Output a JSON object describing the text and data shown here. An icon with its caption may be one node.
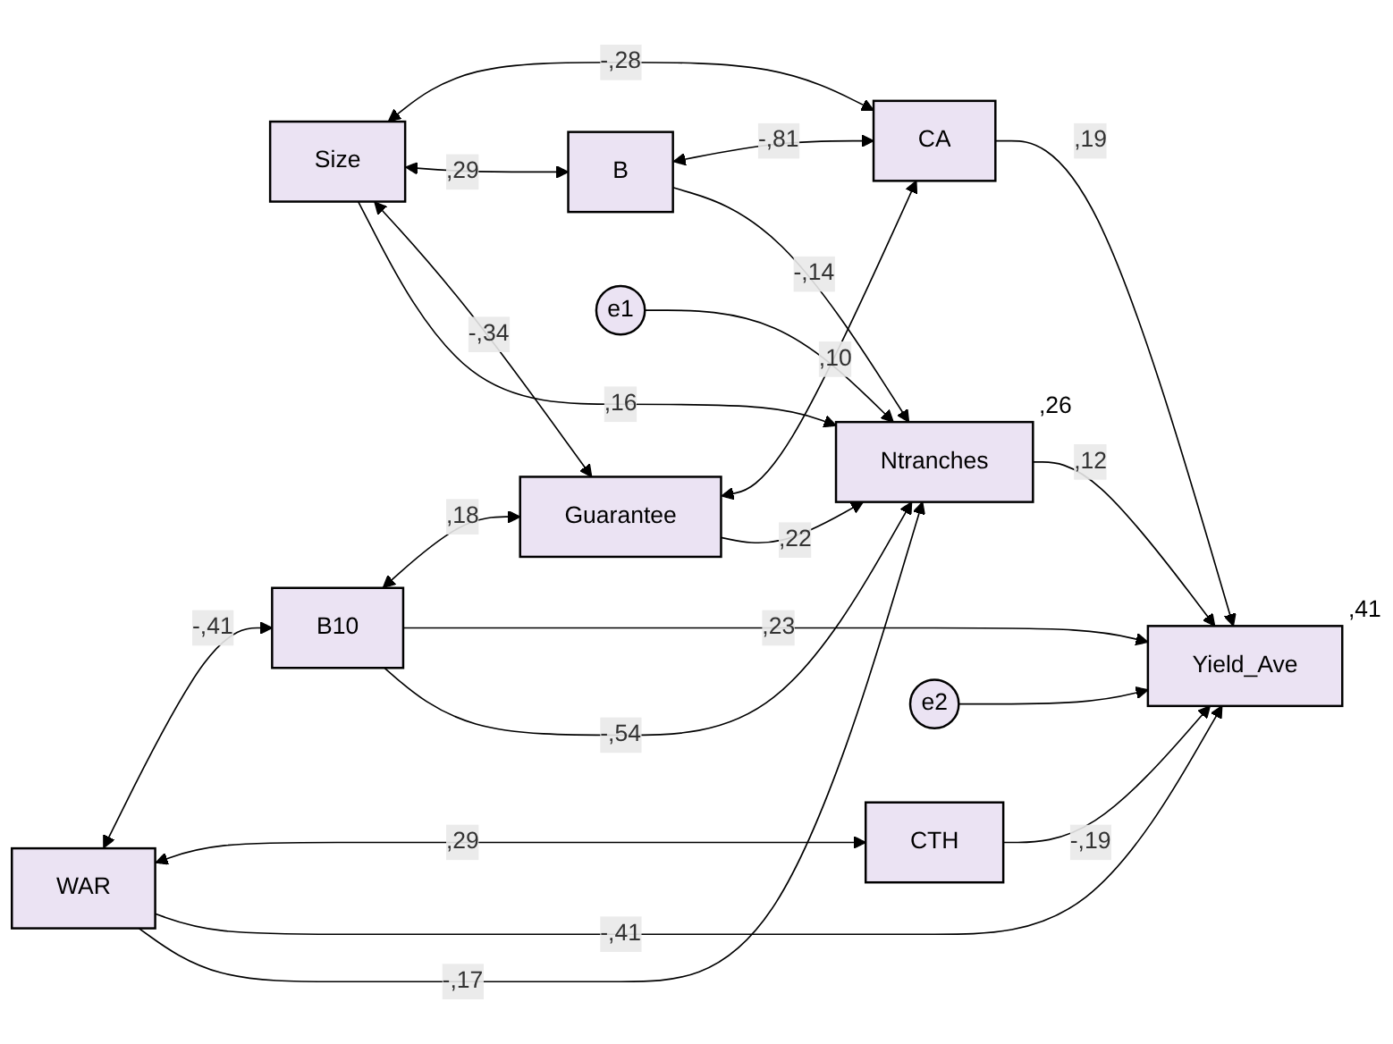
{
  "diagram": {
    "nodes": [
      {
        "text": [
          "Size"
        ]
      },
      {
        "text": [
          "WAR"
        ]
      },
      {
        "text": [
          "B10"
        ]
      },
      {
        "text": [
          "Guarantee"
        ]
      },
      {
        "text": [
          "B"
        ]
      },
      {
        "text": [
          "CA"
        ]
      },
      {
        "text": [
          "CTH"
        ]
      },
      {
        "text": [
          "e1"
        ]
      },
      {
        "text": [
          "Ntranches"
        ],
        "beside": [
          ",26"
        ]
      },
      {
        "text": [
          "e2"
        ]
      },
      {
        "text": [
          "Yield_Ave"
        ],
        "beside": [
          ",41"
        ]
      }
    ],
    "edges": [
      {
        "from": 0,
        "to": 8,
        "arrow": "to",
        "label": ",16"
      },
      {
        "from": 1,
        "to": 8,
        "arrow": "to",
        "label": "-,17"
      },
      {
        "from": 1,
        "to": 10,
        "arrow": "to",
        "label": "-,41"
      },
      {
        "from": 2,
        "to": 8,
        "arrow": "to",
        "label": "-,54"
      },
      {
        "from": 2,
        "to": 10,
        "arrow": "to",
        "label": ",23"
      },
      {
        "from": 3,
        "to": 8,
        "arrow": "to",
        "label": ",22"
      },
      {
        "from": 4,
        "to": 8,
        "arrow": "to",
        "label": "-,14"
      },
      {
        "from": 5,
        "to": 10,
        "arrow": "to",
        "label": ",19"
      },
      {
        "from": 6,
        "to": 10,
        "arrow": "to",
        "label": "-,19"
      },
      {
        "from": 7,
        "to": 8,
        "arrow": "to"
      },
      {
        "from": 8,
        "to": 10,
        "arrow": "to",
        "label": ",12"
      },
      {
        "from": 9,
        "to": 10,
        "arrow": "to"
      },
      {
        "from": 0,
        "to": 3,
        "arrow": "both",
        "label": "-,34"
      },
      {
        "from": 0,
        "to": 4,
        "arrow": "both",
        "label": ",29"
      },
      {
        "from": 0,
        "to": 5,
        "arrow": "both",
        "label": "-,28"
      },
      {
        "from": 1,
        "to": 6,
        "arrow": "both",
        "label": ",29"
      },
      {
        "from": 1,
        "to": 2,
        "arrow": "both",
        "label": "-,41"
      },
      {
        "from": 2,
        "to": 3,
        "arrow": "both",
        "label": ",18"
      },
      {
        "from": 3,
        "to": 5,
        "arrow": "both",
        "label": ",10"
      },
      {
        "from": 4,
        "to": 5,
        "arrow": "both",
        "label": "-,81"
      }
    ]
  }
}
